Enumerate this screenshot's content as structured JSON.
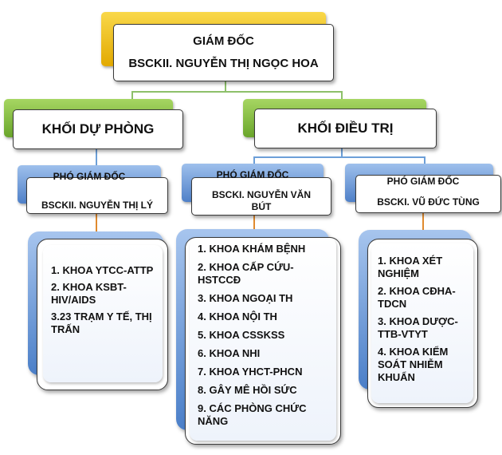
{
  "director": {
    "title": "GIÁM ĐỐC",
    "name": "BSCKII. NGUYỄN THỊ NGỌC HOA"
  },
  "blocks": [
    {
      "label": "KHỐI DỰ PHÒNG"
    },
    {
      "label": "KHỐI ĐIỀU TRỊ"
    }
  ],
  "deputies": [
    {
      "title": "PHÓ GIÁM ĐỐC",
      "name": "BSCKII. NGUYỄN THỊ LÝ"
    },
    {
      "title": "PHÓ GIÁM ĐỐC",
      "name": "BSCKI. NGUYỄN VĂN BÚT"
    },
    {
      "title": "PHÓ GIÁM ĐỐC",
      "name": "BSCKI. VŨ ĐỨC TÙNG"
    }
  ],
  "departments": [
    {
      "items": [
        "1. KHOA YTCC-ATTP",
        "2. KHOA KSBT-HIV/AIDS",
        "3.23 TRẠM Y TẾ, THỊ TRẤN"
      ]
    },
    {
      "items": [
        "1. KHOA KHÁM BỆNH",
        "2. KHOA CẤP CỨU-HSTCCĐ",
        "3. KHOA NGOẠI TH",
        "4. KHOA NỘI TH",
        "5. KHOA CSSKSS",
        "6. KHOA NHI",
        "7. KHOA YHCT-PHCN",
        "8. GÂY MÊ HỒI SỨC",
        "9. CÁC PHÒNG CHỨC NĂNG"
      ]
    },
    {
      "items": [
        "1. KHOA XÉT NGHIỆM",
        "2. KHOA CĐHA-TDCN",
        "3. KHOA DƯỢC-TTB-VTYT",
        "4. KHOA KIỂM SOÁT NHIỄM KHUẨN"
      ]
    }
  ]
}
